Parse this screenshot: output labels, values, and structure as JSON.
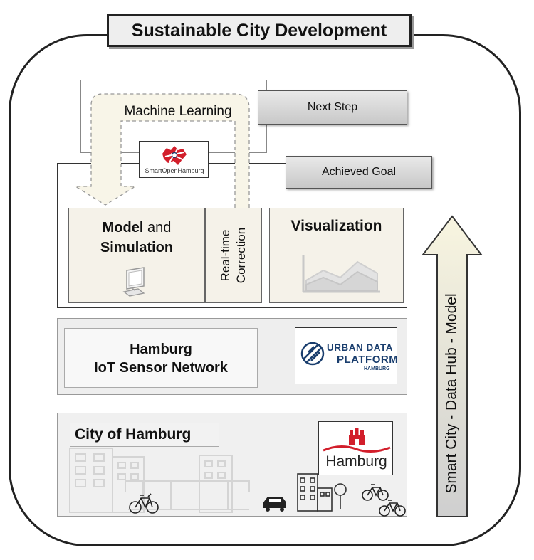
{
  "title": "Sustainable City Development",
  "tags": {
    "next_step": "Next Step",
    "achieved_goal": "Achieved Goal"
  },
  "machine_learning": {
    "label": "Machine Learning"
  },
  "smart_open_hamburg_logo": {
    "text": "SmartOpenHamburg"
  },
  "model_simulation": {
    "bold_1": "Model",
    "plain_1": " and",
    "bold_2": "Simulation"
  },
  "real_time_correction": {
    "line_1": "Real-time",
    "line_2": "Correction"
  },
  "visualization": {
    "label": "Visualization"
  },
  "iot": {
    "line_1": "Hamburg",
    "line_2": "IoT Sensor Network"
  },
  "udp_logo": {
    "line_1": "URBAN DATA",
    "line_2": "PLATFORM",
    "line_3": "HAMBURG"
  },
  "city": {
    "label": "City of Hamburg"
  },
  "hamburg_logo": {
    "text": "Hamburg"
  },
  "side_arrow": {
    "label": "Smart City - Data Hub - Model"
  },
  "colors": {
    "beige_fill": "#f5f2e9",
    "arrow_fill": "#f8f5e0",
    "seal_red": "#d21e2b",
    "udp_blue": "#1a3e6e"
  },
  "icons": [
    "computer-icon",
    "area-chart-icon",
    "car-icon",
    "bicycle-icon",
    "tree-icon",
    "hamburg-castle-icon",
    "globe-icon",
    "buildings-icon"
  ]
}
